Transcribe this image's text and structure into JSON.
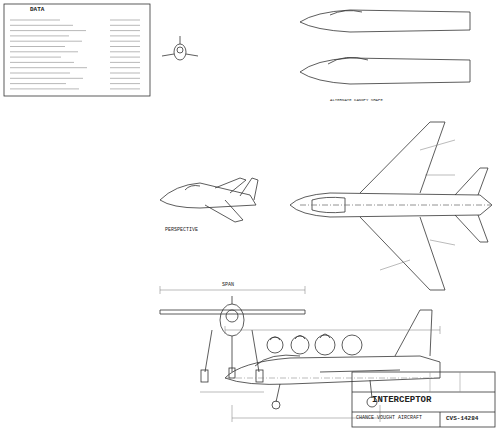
{
  "diagram": {
    "title": "INTERCEPTOR",
    "labels": [
      "DATA",
      "PERSPECTIVE",
      "ALTERNATE CANOPY SHAPE",
      "SPAN",
      "CHANCE VOUGHT AIRCRAFT",
      "CVS-14284"
    ]
  }
}
